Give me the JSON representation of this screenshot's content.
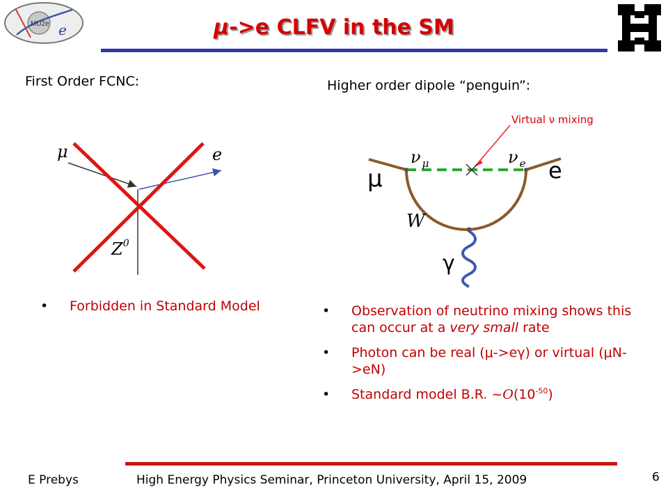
{
  "slide": {
    "title_sym": "μ",
    "title_text": "->e CLFV in the SM",
    "left_heading": "First Order FCNC:",
    "right_heading": "Higher order dipole “penguin”:",
    "annotation": "Virtual ν mixing",
    "logo_text": "MU2e"
  },
  "fcnc_diagram": {
    "muon_label": "μ",
    "electron_label": "e",
    "boson_label": "Z",
    "boson_sup": "0"
  },
  "penguin_diagram": {
    "muon_label": "μ",
    "electron_label": "e",
    "numu_label": "ν",
    "numu_sub": "μ",
    "nue_label": "ν",
    "nue_sub": "e",
    "w_label": "W",
    "photon_label": "γ"
  },
  "bullets_left": [
    {
      "text": "Forbidden in Standard Model"
    }
  ],
  "bullets_right": [
    {
      "a": "Observation of neutrino mixing shows this can occur at a ",
      "em": "very small",
      "b": " rate"
    },
    {
      "a": "Photon can be real (",
      "m1": "μ",
      "a2": "->e",
      "g": "γ",
      "a3": ") or virtual (",
      "m2": "μ",
      "a4": "N->eN)"
    },
    {
      "a": "Standard model B.R. ~",
      "o": "O",
      "a2": "(10",
      "sup": "-50",
      "a3": ")"
    }
  ],
  "footer": {
    "author": "E Prebys",
    "venue": "High Energy Physics Seminar, Princeton University, April 15, 2009",
    "page": "6"
  },
  "colors": {
    "title": "#d60000",
    "top_rule": "#3333aa",
    "bottom_rule": "#cc1111",
    "bullet_text": "#c00000",
    "w_propagator": "#8b5a2b",
    "neutrino_line": "#2ea82e"
  }
}
